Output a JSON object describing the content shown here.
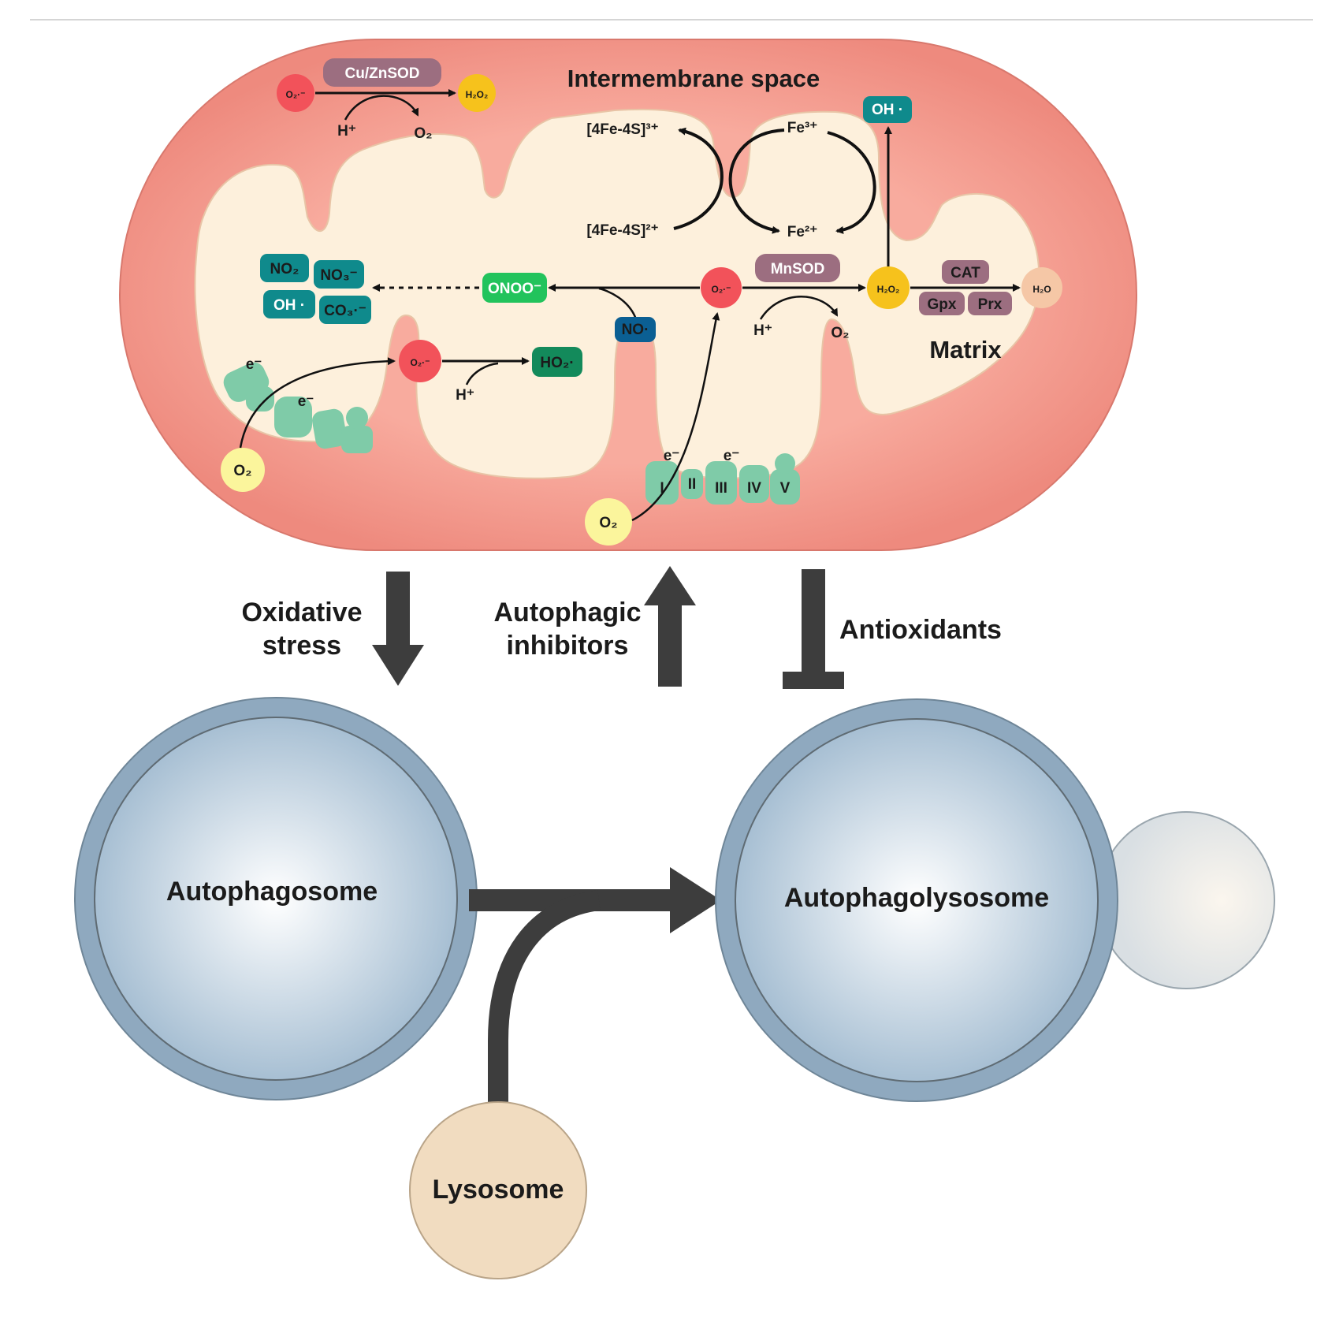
{
  "mito": {
    "intermembrane_label": "Intermembrane space",
    "matrix_label": "Matrix",
    "cu_znsod": "Cu/ZnSOD",
    "mnsod": "MnSOD",
    "cat": "CAT",
    "gpx": "Gpx",
    "prx": "Prx",
    "fes3": "[4Fe-4S]³⁺",
    "fes2": "[4Fe-4S]²⁺",
    "fe3": "Fe³⁺",
    "fe2": "Fe²⁺",
    "oh_radical_top": "OH ·",
    "onoo": "ONOO⁻",
    "no": "NO·",
    "no2": "NO₂",
    "no3": "NO₃⁻",
    "oh_radical": "OH ·",
    "co3": "CO₃·⁻",
    "superoxide": "O₂·⁻",
    "h2o2": "H₂O₂",
    "h2o": "H₂O",
    "ho2": "HO₂·",
    "o2": "O₂",
    "h_plus": "H⁺",
    "e_minus": "e⁻",
    "complexes": [
      "I",
      "II",
      "III",
      "IV",
      "V"
    ]
  },
  "arrows": {
    "oxidative_stress_1": "Oxidative",
    "oxidative_stress_2": "stress",
    "autophagic_inhibitors_1": "Autophagic",
    "autophagic_inhibitors_2": "inhibitors",
    "antioxidants": "Antioxidants"
  },
  "organelles": {
    "autophagosome": "Autophagosome",
    "autophagolysosome": "Autophagolysosome",
    "lysosome": "Lysosome"
  },
  "colors": {
    "outer_membrane": "#f6a79a",
    "matrix": "#fdefd9",
    "superoxide": "#f2525a",
    "h2o2": "#f6c21c",
    "teal": "#0f8a8c",
    "enzyme": "#9c6e80",
    "green": "#22c35c",
    "complex": "#7fcba8",
    "vesicle": "#8fa9bf",
    "lysosome": "#f1dcc0"
  }
}
